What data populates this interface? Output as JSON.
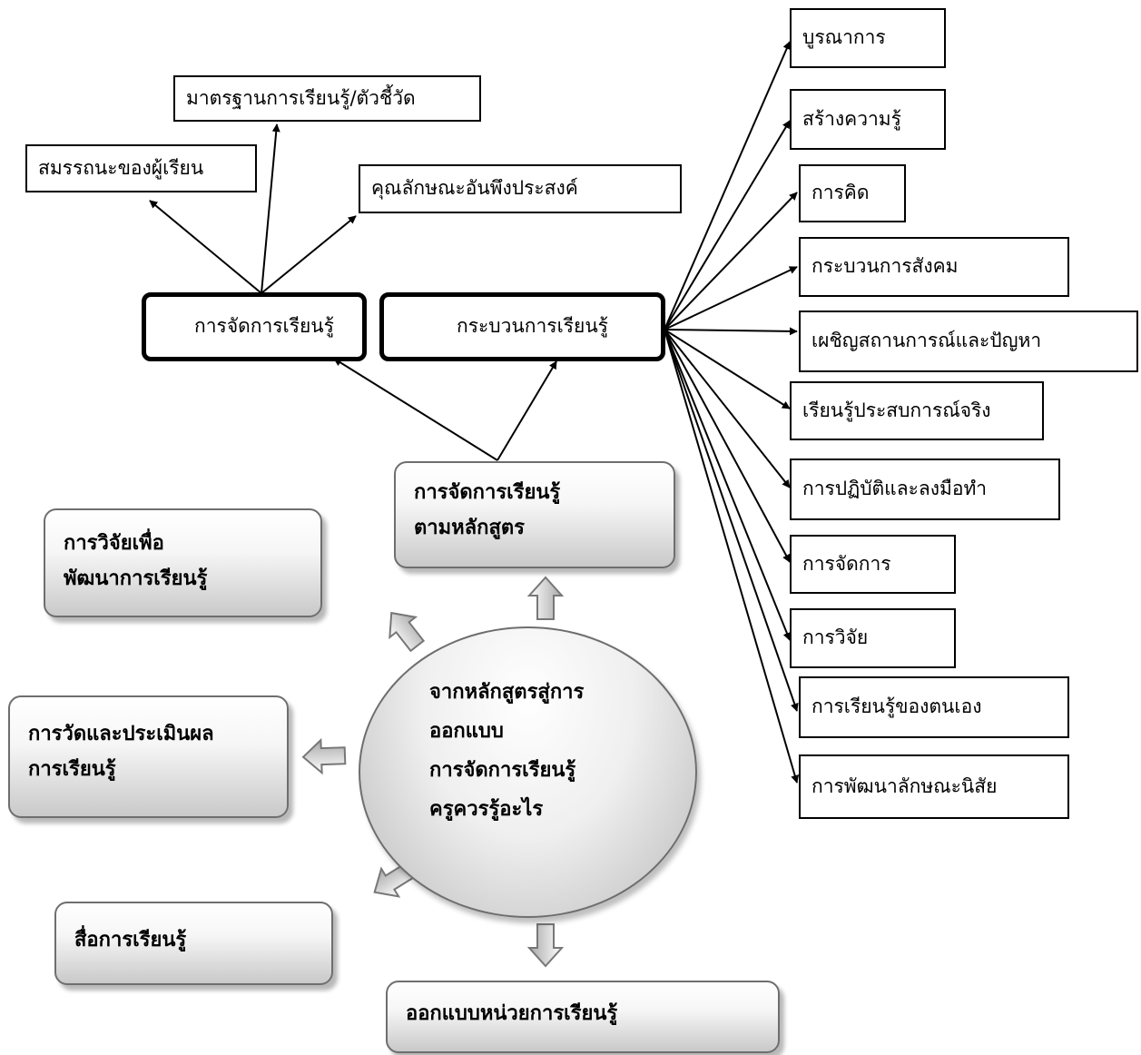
{
  "top_left_labels": {
    "standards": "มาตรฐานการเรียนรู้/ตัวชี้วัด",
    "competency": "สมรรถนะของผู้เรียน",
    "characteristics": "คุณลักษณะอันพึงประสงค์"
  },
  "hubs": {
    "management": "การจัดการเรียนรู้",
    "process": "กระบวนการเรียนรู้"
  },
  "process_items": [
    "บูรณาการ",
    "สร้างความรู้",
    "การคิด",
    "กระบวนการสังคม",
    "เผชิญสถานการณ์และปัญหา",
    "เรียนรู้ประสบการณ์จริง",
    "การปฏิบัติและลงมือทำ",
    "การจัดการ",
    "การวิจัย",
    "การเรียนรู้ของตนเอง",
    "การพัฒนาลักษณะนิสัย"
  ],
  "curriculum_box": [
    "การจัดการเรียนรู้",
    "ตามหลักสูตร"
  ],
  "research_box": [
    "การวิจัยเพื่อ",
    "พัฒนาการเรียนรู้"
  ],
  "assessment_box": [
    "การวัดและประเมินผล",
    "การเรียนรู้"
  ],
  "media_box": "สื่อการเรียนรู้",
  "unit_design_box": "ออกแบบหน่วยการเรียนรู้",
  "center_ellipse": [
    "จากหลักสูตรสู่การ",
    "ออกแบบ",
    "การจัดการเรียนรู้",
    "ครูควรรู้อะไร"
  ]
}
